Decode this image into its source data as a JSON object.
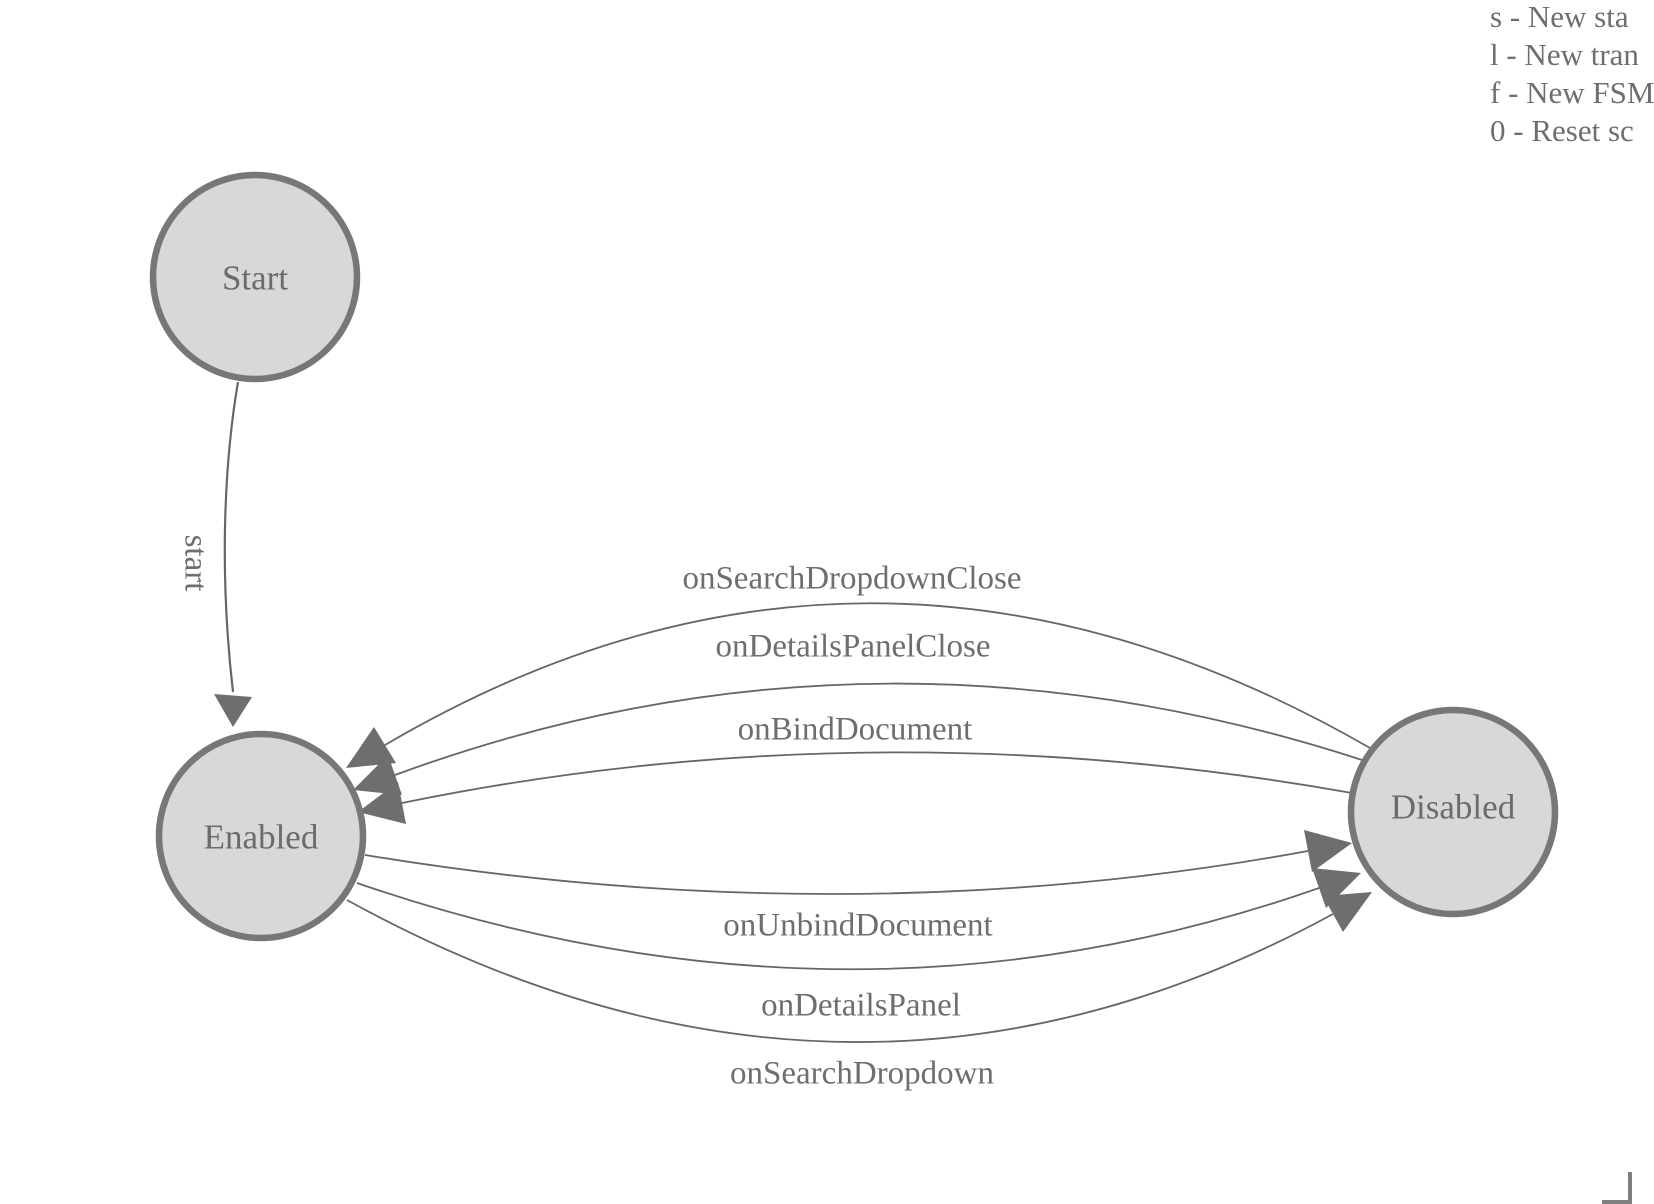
{
  "diagram": {
    "type": "finite-state-machine",
    "states": [
      {
        "id": "start",
        "label": "Start"
      },
      {
        "id": "enabled",
        "label": "Enabled"
      },
      {
        "id": "disabled",
        "label": "Disabled"
      }
    ],
    "transitions": [
      {
        "label": "start",
        "from": "Start",
        "to": "Enabled"
      },
      {
        "label": "onSearchDropdownClose",
        "from": "Disabled",
        "to": "Enabled"
      },
      {
        "label": "onDetailsPanelClose",
        "from": "Disabled",
        "to": "Enabled"
      },
      {
        "label": "onBindDocument",
        "from": "Disabled",
        "to": "Enabled"
      },
      {
        "label": "onUnbindDocument",
        "from": "Enabled",
        "to": "Disabled"
      },
      {
        "label": "onDetailsPanel",
        "from": "Enabled",
        "to": "Disabled"
      },
      {
        "label": "onSearchDropdown",
        "from": "Enabled",
        "to": "Disabled"
      }
    ]
  },
  "legend": {
    "lines": [
      "s - New sta",
      "l - New tran",
      "f - New FSM",
      "0 - Reset sc"
    ]
  },
  "colors": {
    "background": "#ffffff",
    "state_fill": "#d8d8d8",
    "state_stroke": "#777777",
    "edge_stroke": "#666666",
    "arrowhead": "#6e6e6e",
    "text": "#6e6e6e"
  }
}
